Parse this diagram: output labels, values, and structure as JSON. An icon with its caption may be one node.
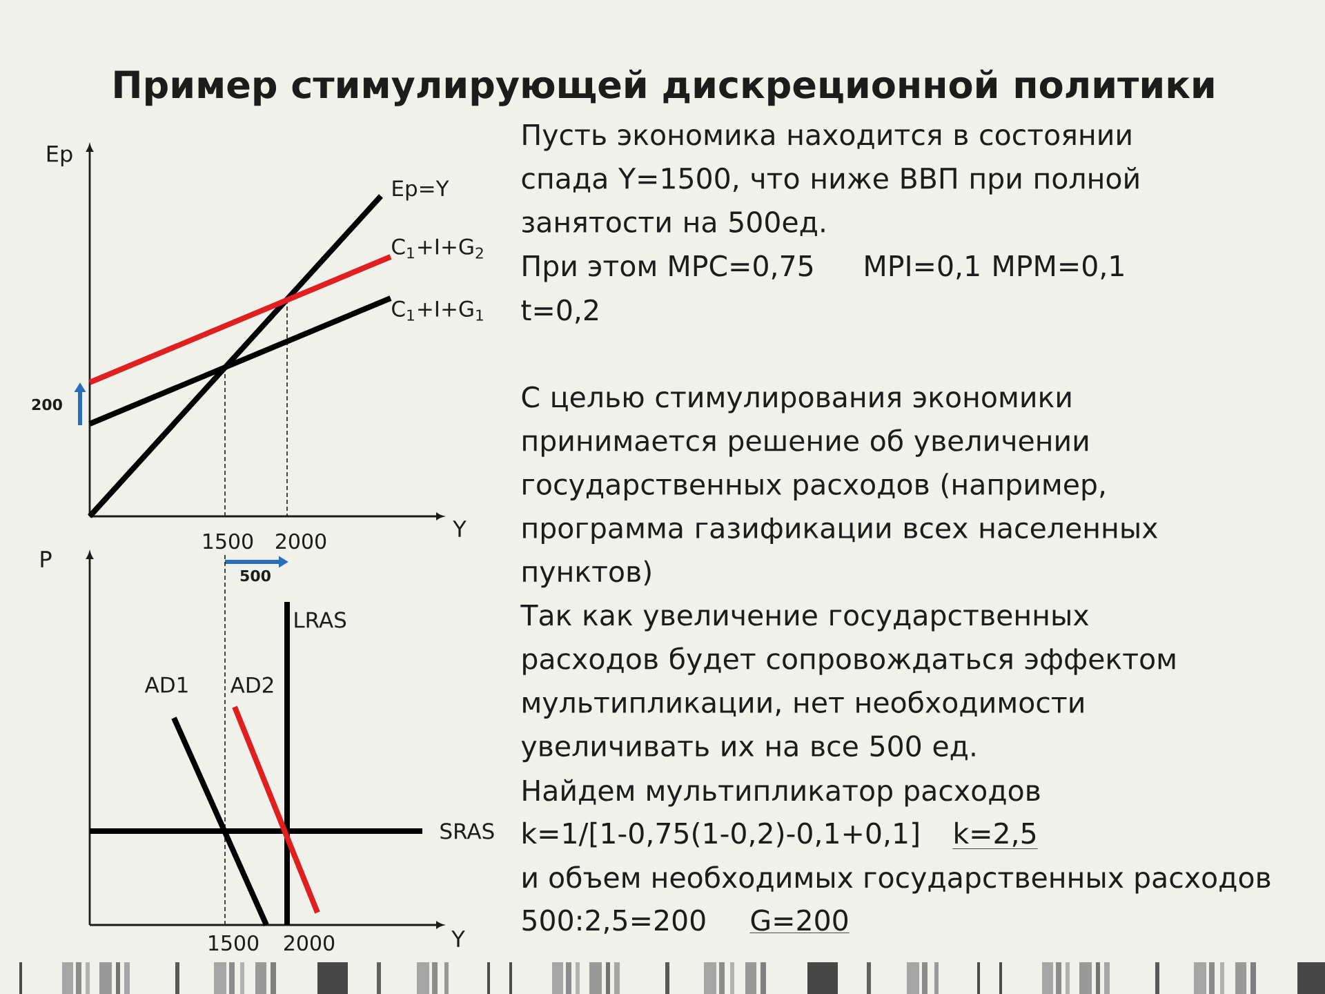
{
  "diagram": {
    "title": "Пример стимулирующей дискреционной политики",
    "labels": [
      "Ep",
      "Ep=Y",
      "C$_{1}$+I+G$_{2}$",
      "C$_{1}$+I+G$_{1}$",
      "200",
      "Y",
      "1500",
      "2000",
      "500",
      "P",
      "LRAS",
      "AD1",
      "AD2",
      "SRAS",
      "1500",
      "2000",
      "Y",
      "Пусть экономика находится в состоянии спада Y=1500, что ниже ВВП при полной занятости на 500ед.",
      "При этом MPC=0,75",
      "MPI=0,1",
      "MPM=0,1",
      "t=0,2",
      "С целью стимулирования экономики принимается решение об увеличении государственных расходов (например, программа газификации всех населенных пунктов)",
      "Так как увеличение государственных расходов будет сопровождаться эффектом мультипликации, нет необходимости увеличивать их на все 500 ед.",
      "Найдем мультипликатор расходов",
      "k=1/[1-0,75(1-0,2)-0,1+0,1]",
      "k=2,5",
      "и объем необходимых государственных расходов",
      "500:2,5=200",
      "G=200"
    ]
  }
}
